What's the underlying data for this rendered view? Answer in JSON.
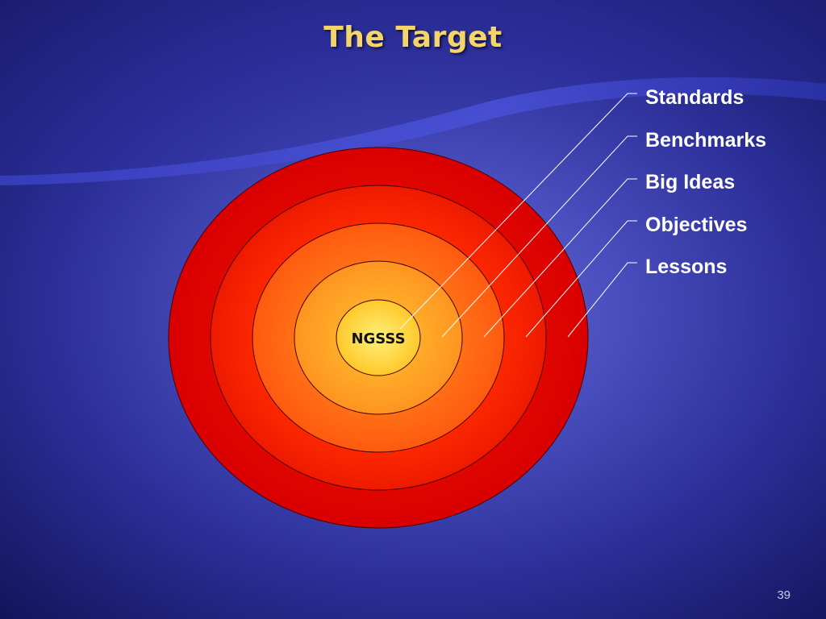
{
  "slide": {
    "title": "The Target",
    "page_number": "39"
  },
  "target": {
    "center_label": "NGSSS",
    "layers": [
      {
        "label": "Standards"
      },
      {
        "label": "Benchmarks"
      },
      {
        "label": "Big Ideas"
      },
      {
        "label": "Objectives"
      },
      {
        "label": "Lessons"
      }
    ]
  },
  "colors": {
    "title": "#f5d56b",
    "outer_ring": "#dd0000",
    "center": "#ffe24a",
    "background": "#3a3eb0"
  }
}
